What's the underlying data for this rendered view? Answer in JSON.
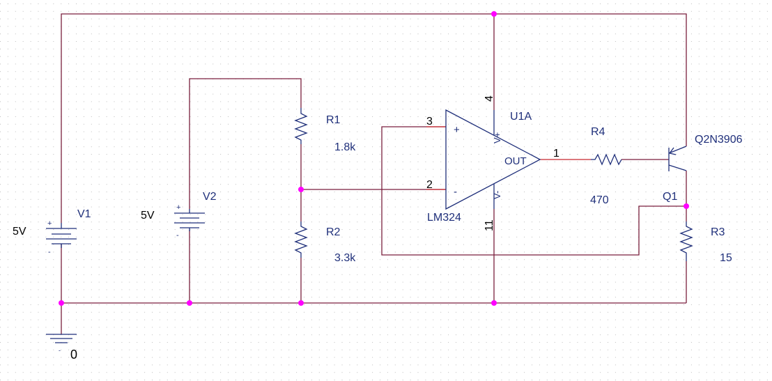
{
  "colors": {
    "wire": "#7a1f3d",
    "component": "#1f2f7a",
    "pin": "#c8282e",
    "junction": "#ff00ff",
    "grid": "#bdbdbd"
  },
  "components": {
    "v1": {
      "ref": "V1",
      "value": "5V",
      "plus": "+",
      "minus": "-"
    },
    "v2": {
      "ref": "V2",
      "value": "5V",
      "plus": "+",
      "minus": "-"
    },
    "r1": {
      "ref": "R1",
      "value": "1.8k"
    },
    "r2": {
      "ref": "R2",
      "value": "3.3k"
    },
    "r3": {
      "ref": "R3",
      "value": "15"
    },
    "r4": {
      "ref": "R4",
      "value": "470"
    },
    "u1a": {
      "ref": "U1A",
      "part": "LM324",
      "pin_noninv": "3",
      "pin_inv": "2",
      "pin_vpos": "4",
      "pin_vneg": "11",
      "pin_out": "1",
      "sym_plus": "+",
      "sym_minus": "-",
      "label_vpos": "V+",
      "label_vneg": "V-",
      "label_out": "OUT"
    },
    "q1": {
      "ref": "Q1",
      "part": "Q2N3906"
    },
    "ground": {
      "label": "0",
      "symbol_minus": "-"
    }
  }
}
